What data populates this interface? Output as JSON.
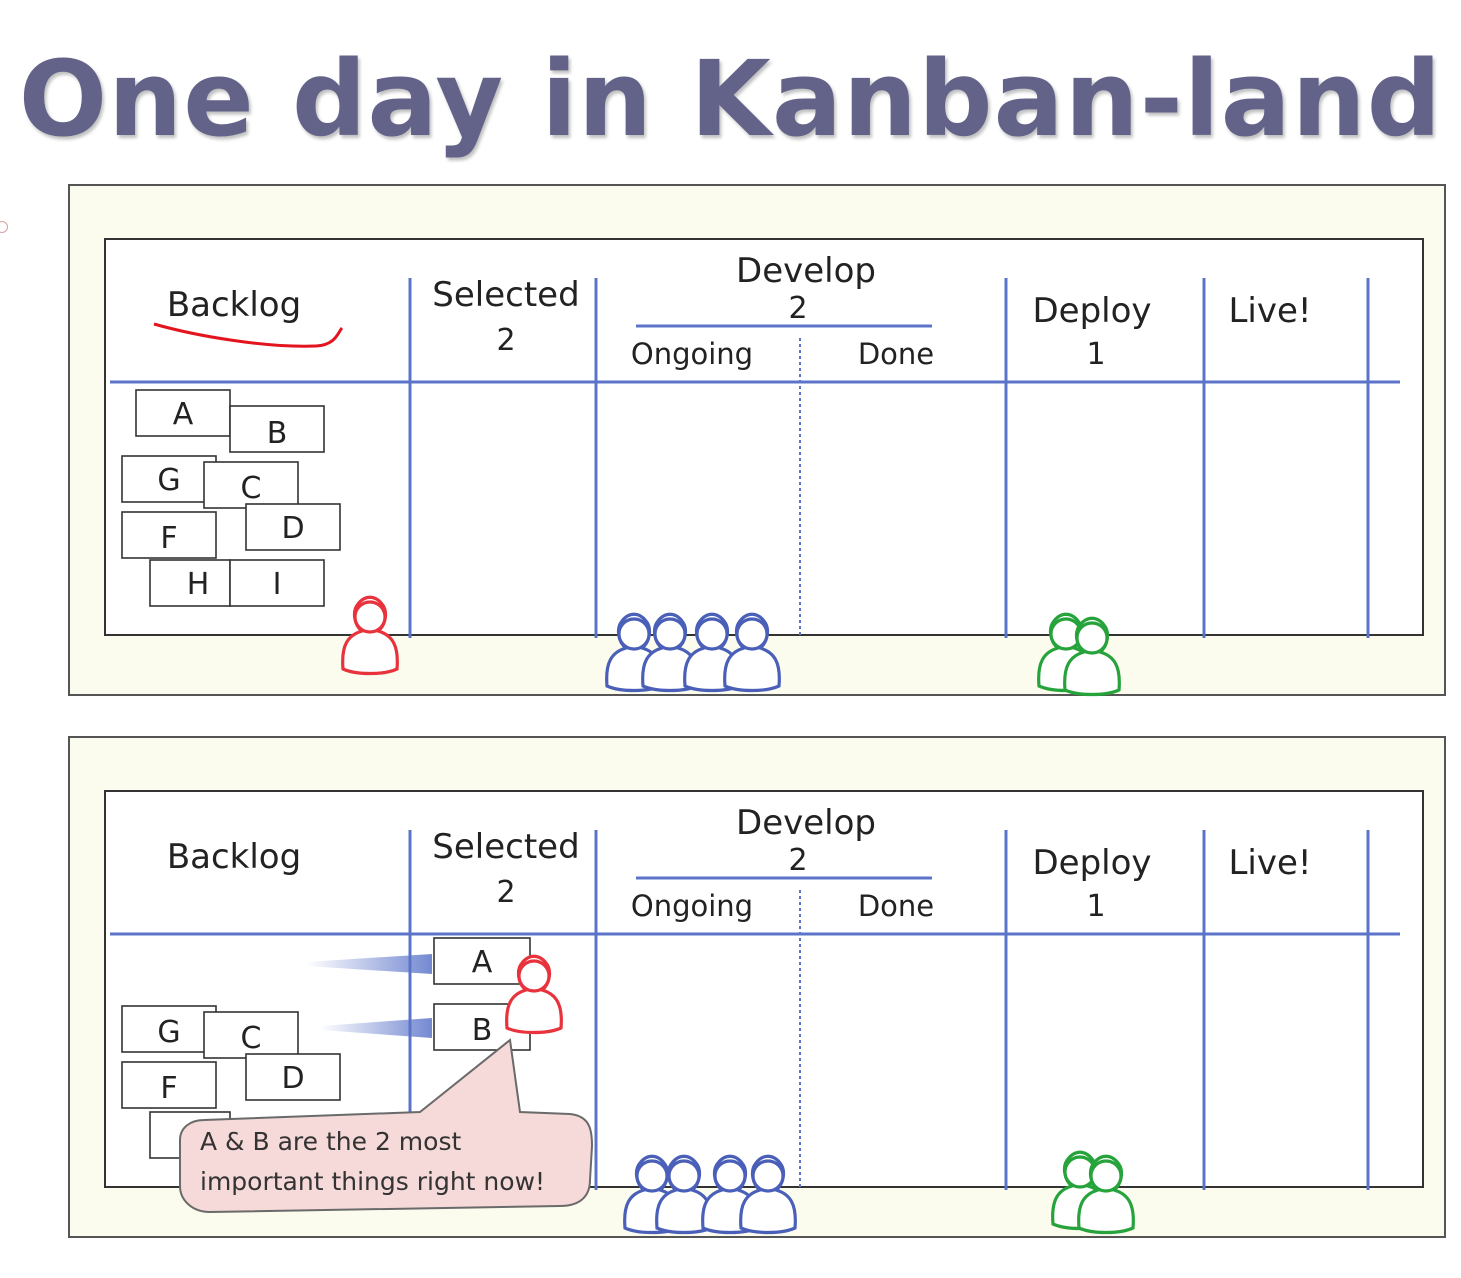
{
  "title": "One day in Kanban-land",
  "columns": {
    "backlog": "Backlog",
    "selected": "Selected",
    "selected_limit": "2",
    "develop": "Develop",
    "develop_limit": "2",
    "ongoing": "Ongoing",
    "done": "Done",
    "deploy": "Deploy",
    "deploy_limit": "1",
    "live": "Live!"
  },
  "panel1": {
    "cards": [
      "A",
      "B",
      "G",
      "C",
      "F",
      "D",
      "H",
      "I"
    ]
  },
  "panel2": {
    "backlog_cards": [
      "G",
      "C",
      "F",
      "D"
    ],
    "selected_cards": [
      "A",
      "B"
    ],
    "speech": [
      "A & B are the 2 most",
      "important things right now!"
    ]
  },
  "colors": {
    "title": "#63638a",
    "column_line": "#5b74c9",
    "product_owner": "#e8323c",
    "developers": "#4a5fb8",
    "operations": "#27a33c",
    "bubble_fill": "#f6d9d9",
    "underline": "#e3141e"
  }
}
